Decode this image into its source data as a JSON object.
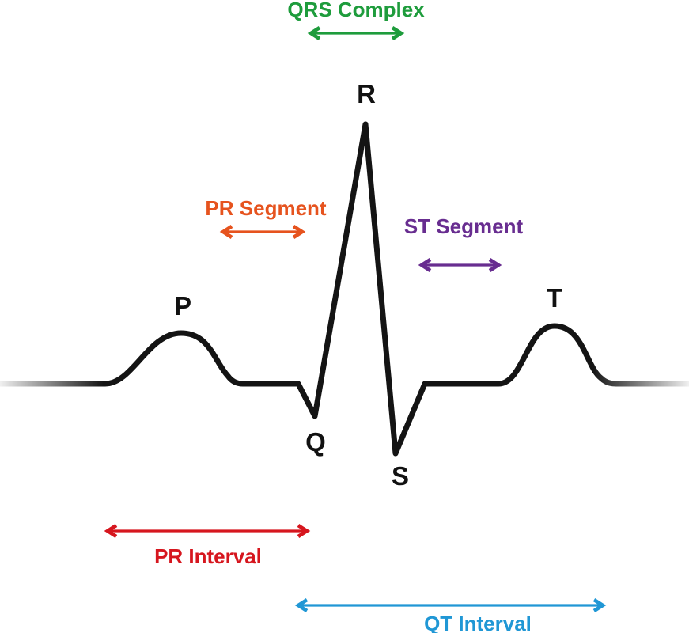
{
  "diagram": {
    "type": "ecg-waveform-diagram",
    "background_color": "#ffffff",
    "waveform": {
      "color": "#141414",
      "fade_edge_color": "#f0f0f0",
      "label_color": "#111111"
    },
    "wave_labels": [
      {
        "id": "p",
        "text": "P"
      },
      {
        "id": "q",
        "text": "Q"
      },
      {
        "id": "r",
        "text": "R"
      },
      {
        "id": "s",
        "text": "S"
      },
      {
        "id": "t",
        "text": "T"
      }
    ],
    "annotations": {
      "qrs_complex": {
        "label": "QRS Complex",
        "color": "#1E9C3C"
      },
      "pr_segment": {
        "label": "PR Segment",
        "color": "#E6531E"
      },
      "st_segment": {
        "label": "ST Segment",
        "color": "#682D90"
      },
      "pr_interval": {
        "label": "PR Interval",
        "color": "#D6161E"
      },
      "qt_interval": {
        "label": "QT Interval",
        "color": "#2097D5"
      }
    }
  }
}
